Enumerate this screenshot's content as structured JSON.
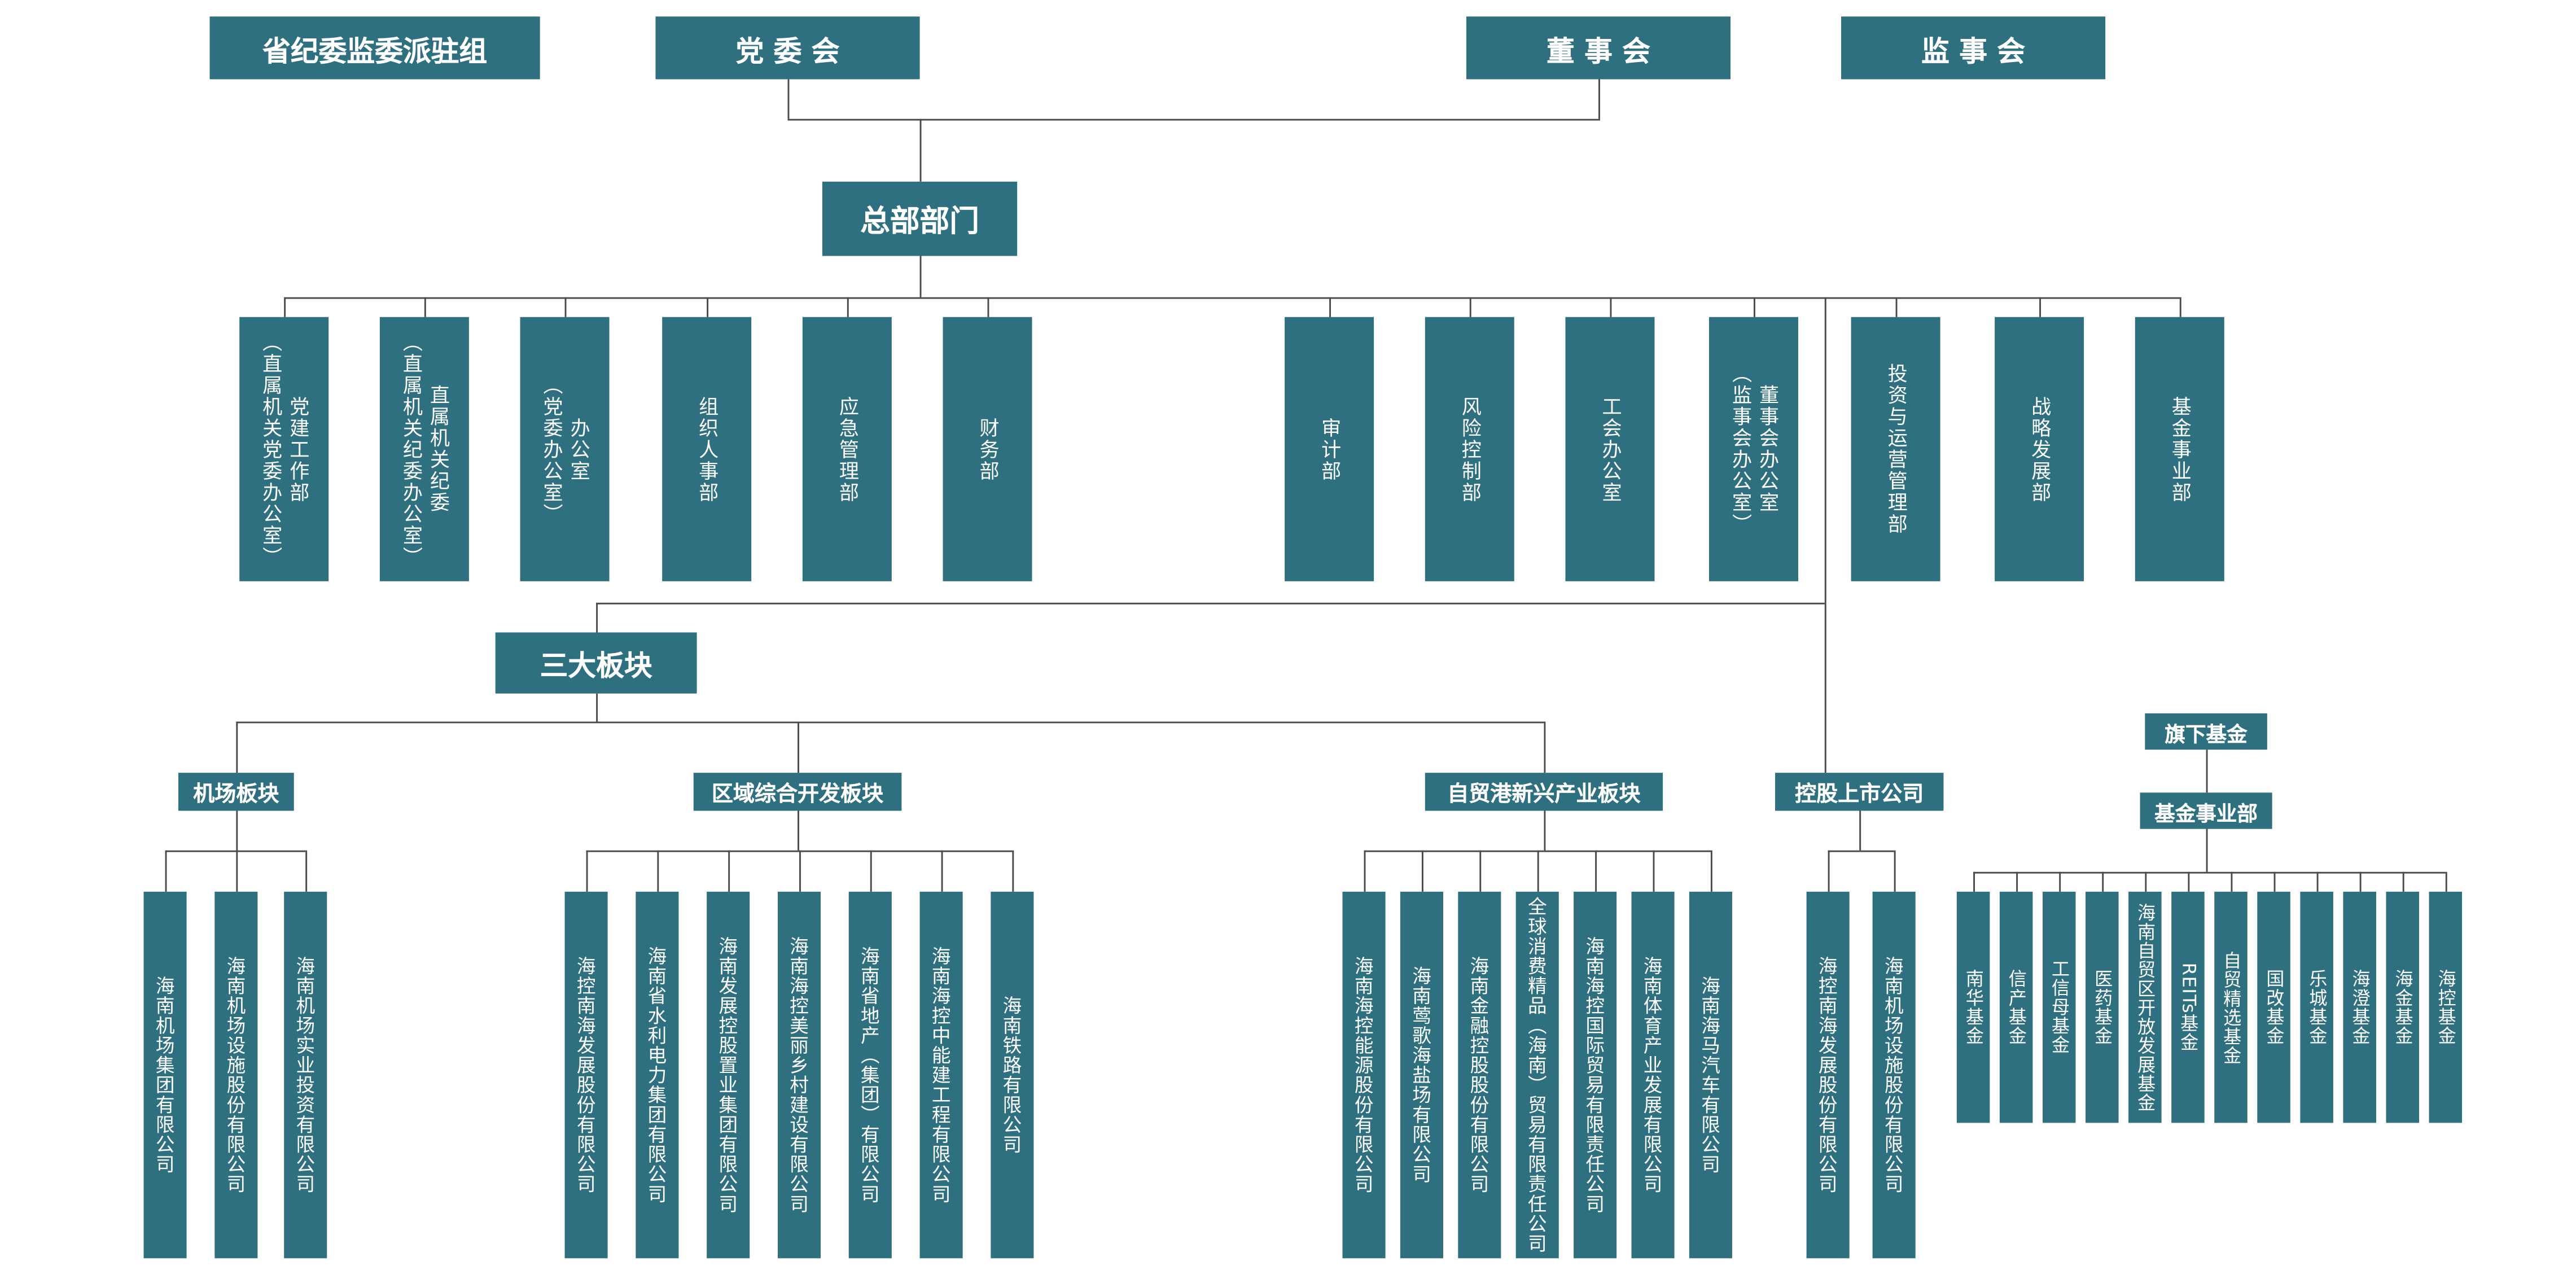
{
  "colors": {
    "box": "#2E6F80",
    "line": "#4A4A4A",
    "text": "#FFFFFF",
    "background": "#FFFFFF"
  },
  "top": {
    "discipline_group": "省纪委监委派驻组",
    "party_committee": "党 委 会",
    "board_of_directors": "董 事 会",
    "supervisory_board": "监 事 会"
  },
  "hq": {
    "label": "总部部门"
  },
  "departments": [
    {
      "name": "党建工作部",
      "alt": "（直属机关党委办公室）"
    },
    {
      "name": "直属机关纪委",
      "alt": "（直属机关纪委办公室）"
    },
    {
      "name": "办公室",
      "alt": "（党委办公室）"
    },
    {
      "name": "组织人事部"
    },
    {
      "name": "应急管理部"
    },
    {
      "name": "财务部"
    },
    {
      "name": "审计部"
    },
    {
      "name": "风险控制部"
    },
    {
      "name": "工会办公室"
    },
    {
      "name": "董事会办公室",
      "alt": "（监事会办公室）"
    },
    {
      "name": "投资与运营管理部"
    },
    {
      "name": "战略发展部"
    },
    {
      "name": "基金事业部"
    }
  ],
  "sectors_header": "三大板块",
  "sectors": [
    {
      "label": "机场板块",
      "companies": [
        "海南机场集团有限公司",
        "海南机场设施股份有限公司",
        "海南机场实业投资有限公司"
      ]
    },
    {
      "label": "区域综合开发板块",
      "companies": [
        "海控南海发展股份有限公司",
        "海南省水利电力集团有限公司",
        "海南发展控股置业集团有限公司",
        "海南海控美丽乡村建设有限公司",
        "海南省地产（集团）有限公司",
        "海南海控中能建工程有限公司",
        "海南铁路有限公司"
      ]
    },
    {
      "label": "自贸港新兴产业板块",
      "companies": [
        "海南海控能源股份有限公司",
        "海南莺歌海盐场有限公司",
        "海南金融控股股份有限公司",
        "全球消费精品（海南）贸易有限责任公司",
        "海南海控国际贸易有限责任公司",
        "海南体育产业发展有限公司",
        "海南海马汽车有限公司"
      ]
    }
  ],
  "listed": {
    "label": "控股上市公司",
    "companies": [
      "海控南海发展股份有限公司",
      "海南机场设施股份有限公司"
    ]
  },
  "funds": {
    "header": "旗下基金",
    "dept": "基金事业部",
    "items": [
      "南华基金",
      "信产基金",
      "工信母基金",
      "医药基金",
      "海南自贸区开放发展基金",
      "REITs基金",
      "自贸精选基金",
      "国改基金",
      "乐城基金",
      "海澄基金",
      "海金基金",
      "海控基金"
    ]
  }
}
